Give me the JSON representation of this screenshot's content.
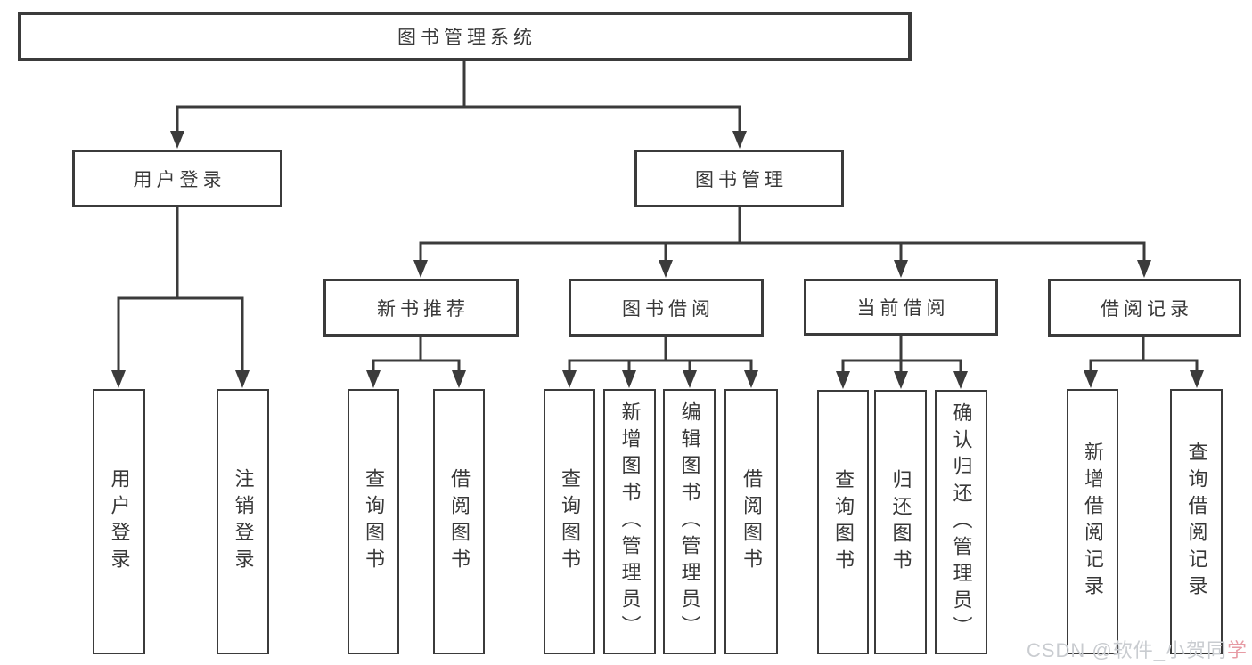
{
  "diagram": {
    "tree": {
      "label": "图书管理系统",
      "children": [
        {
          "label": "用户登录",
          "children": [
            {
              "label": "用户登录"
            },
            {
              "label": "注销登录"
            }
          ]
        },
        {
          "label": "图书管理",
          "children": [
            {
              "label": "新书推荐",
              "children": [
                {
                  "label": "查询图书"
                },
                {
                  "label": "借阅图书"
                }
              ]
            },
            {
              "label": "图书借阅",
              "children": [
                {
                  "label": "查询图书"
                },
                {
                  "label": "新增图书（管理员）"
                },
                {
                  "label": "编辑图书（管理员）"
                },
                {
                  "label": "借阅图书"
                }
              ]
            },
            {
              "label": "当前借阅",
              "children": [
                {
                  "label": "查询图书"
                },
                {
                  "label": "归还图书"
                },
                {
                  "label": "确认归还（管理员）"
                }
              ]
            },
            {
              "label": "借阅记录",
              "children": [
                {
                  "label": "新增借阅记录"
                },
                {
                  "label": "查询借阅记录"
                }
              ]
            }
          ]
        }
      ]
    }
  },
  "watermark": {
    "prefix": "CSDN @软件_小贺同",
    "accent": "学"
  },
  "colors": {
    "background": "#ffffff",
    "line": "#3b3b3b",
    "text": "#383838",
    "watermark_gray": "#c9ccd0",
    "watermark_accent": "#e79ba4"
  }
}
